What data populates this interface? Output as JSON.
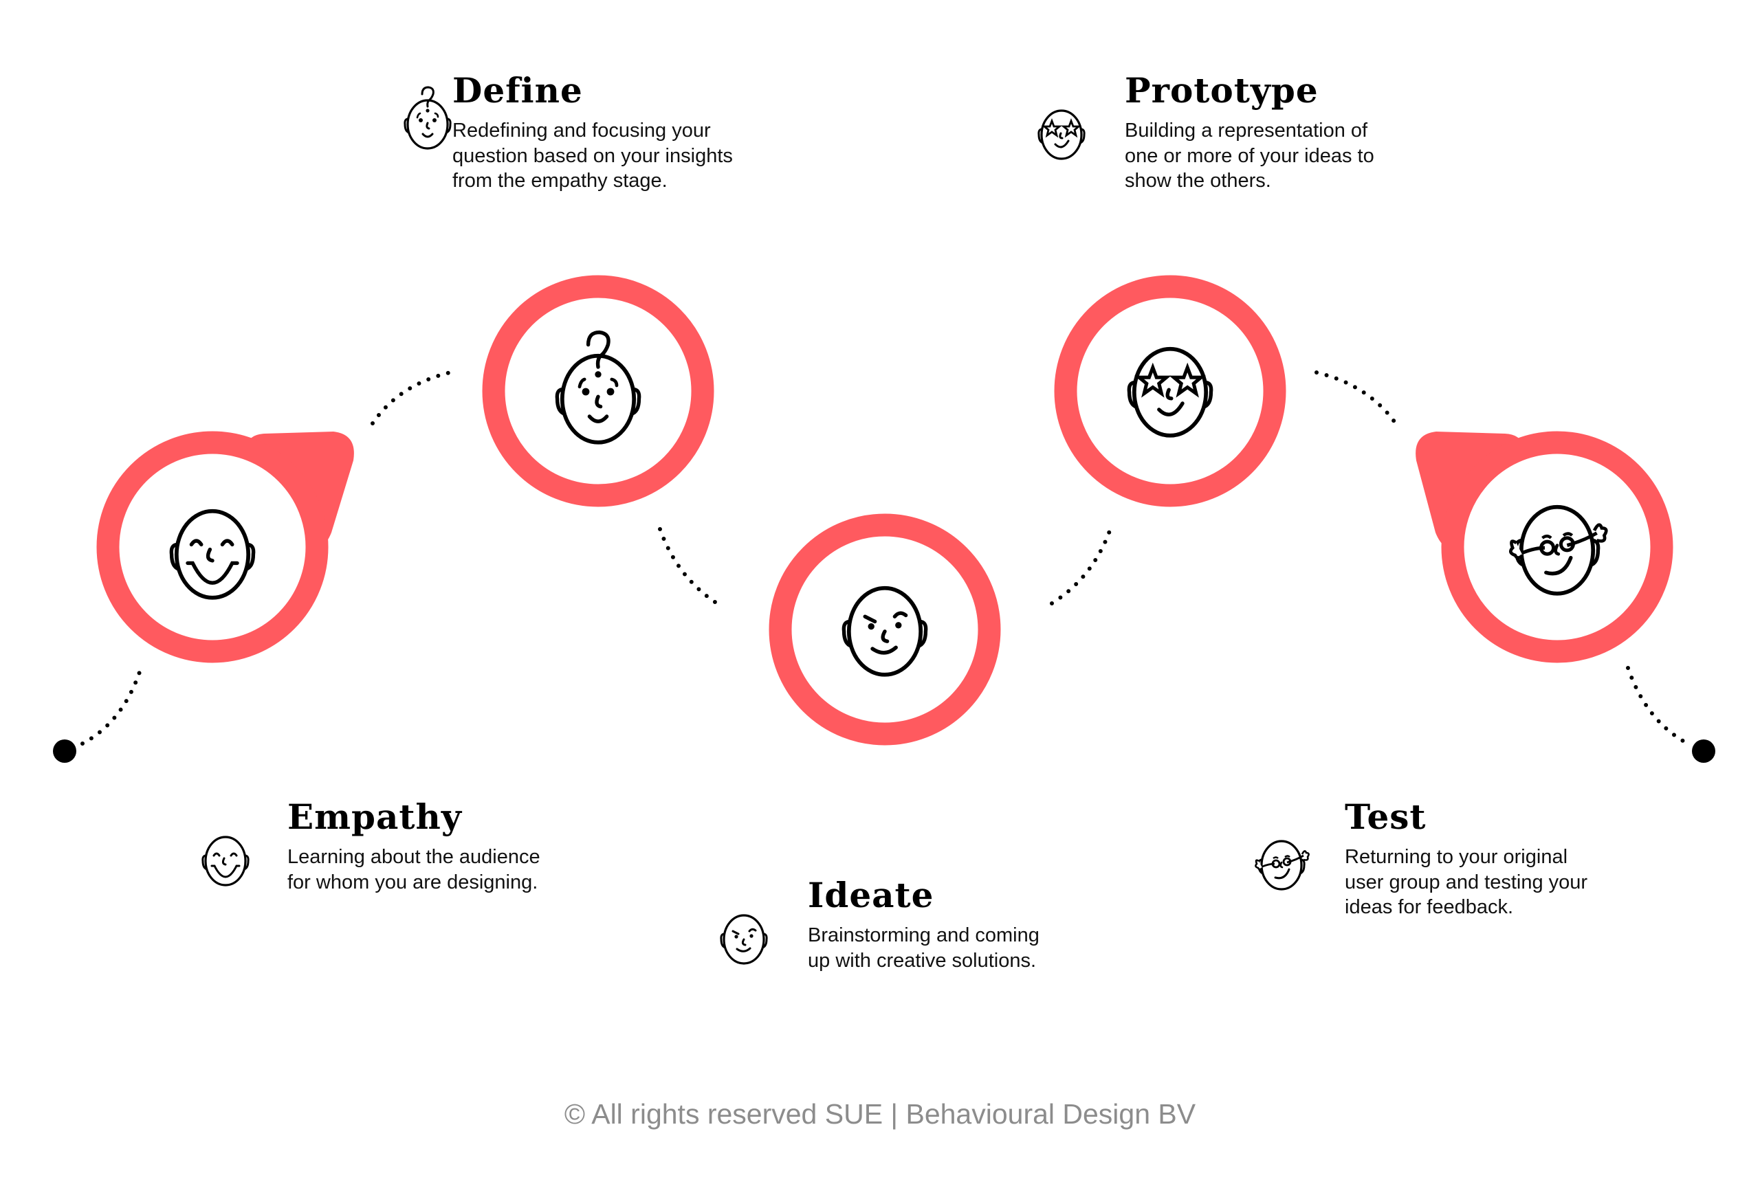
{
  "colors": {
    "accent": "#FF5A5F",
    "ink": "#000000",
    "footer": "#8C8C8C"
  },
  "stages": [
    {
      "key": "empathy",
      "title": "Empathy",
      "icon": "smiling-face-icon",
      "lines": [
        "Learning about the audience",
        "for whom you are designing."
      ]
    },
    {
      "key": "define",
      "title": "Define",
      "icon": "question-face-icon",
      "lines": [
        "Redefining and focusing your",
        "question based on your insights",
        "from the empathy stage."
      ]
    },
    {
      "key": "ideate",
      "title": "Ideate",
      "icon": "thinking-face-icon",
      "lines": [
        "Brainstorming and coming",
        "up with creative solutions."
      ]
    },
    {
      "key": "prototype",
      "title": "Prototype",
      "icon": "star-eyes-face-icon",
      "lines": [
        "Building a representation of",
        "one or more of your ideas to",
        "show the others."
      ]
    },
    {
      "key": "test",
      "title": "Test",
      "icon": "glasses-face-icon",
      "lines": [
        "Returning to your original",
        "user group and testing your",
        "ideas for feedback."
      ]
    }
  ],
  "footer": "© All rights reserved SUE | Behavioural Design BV"
}
